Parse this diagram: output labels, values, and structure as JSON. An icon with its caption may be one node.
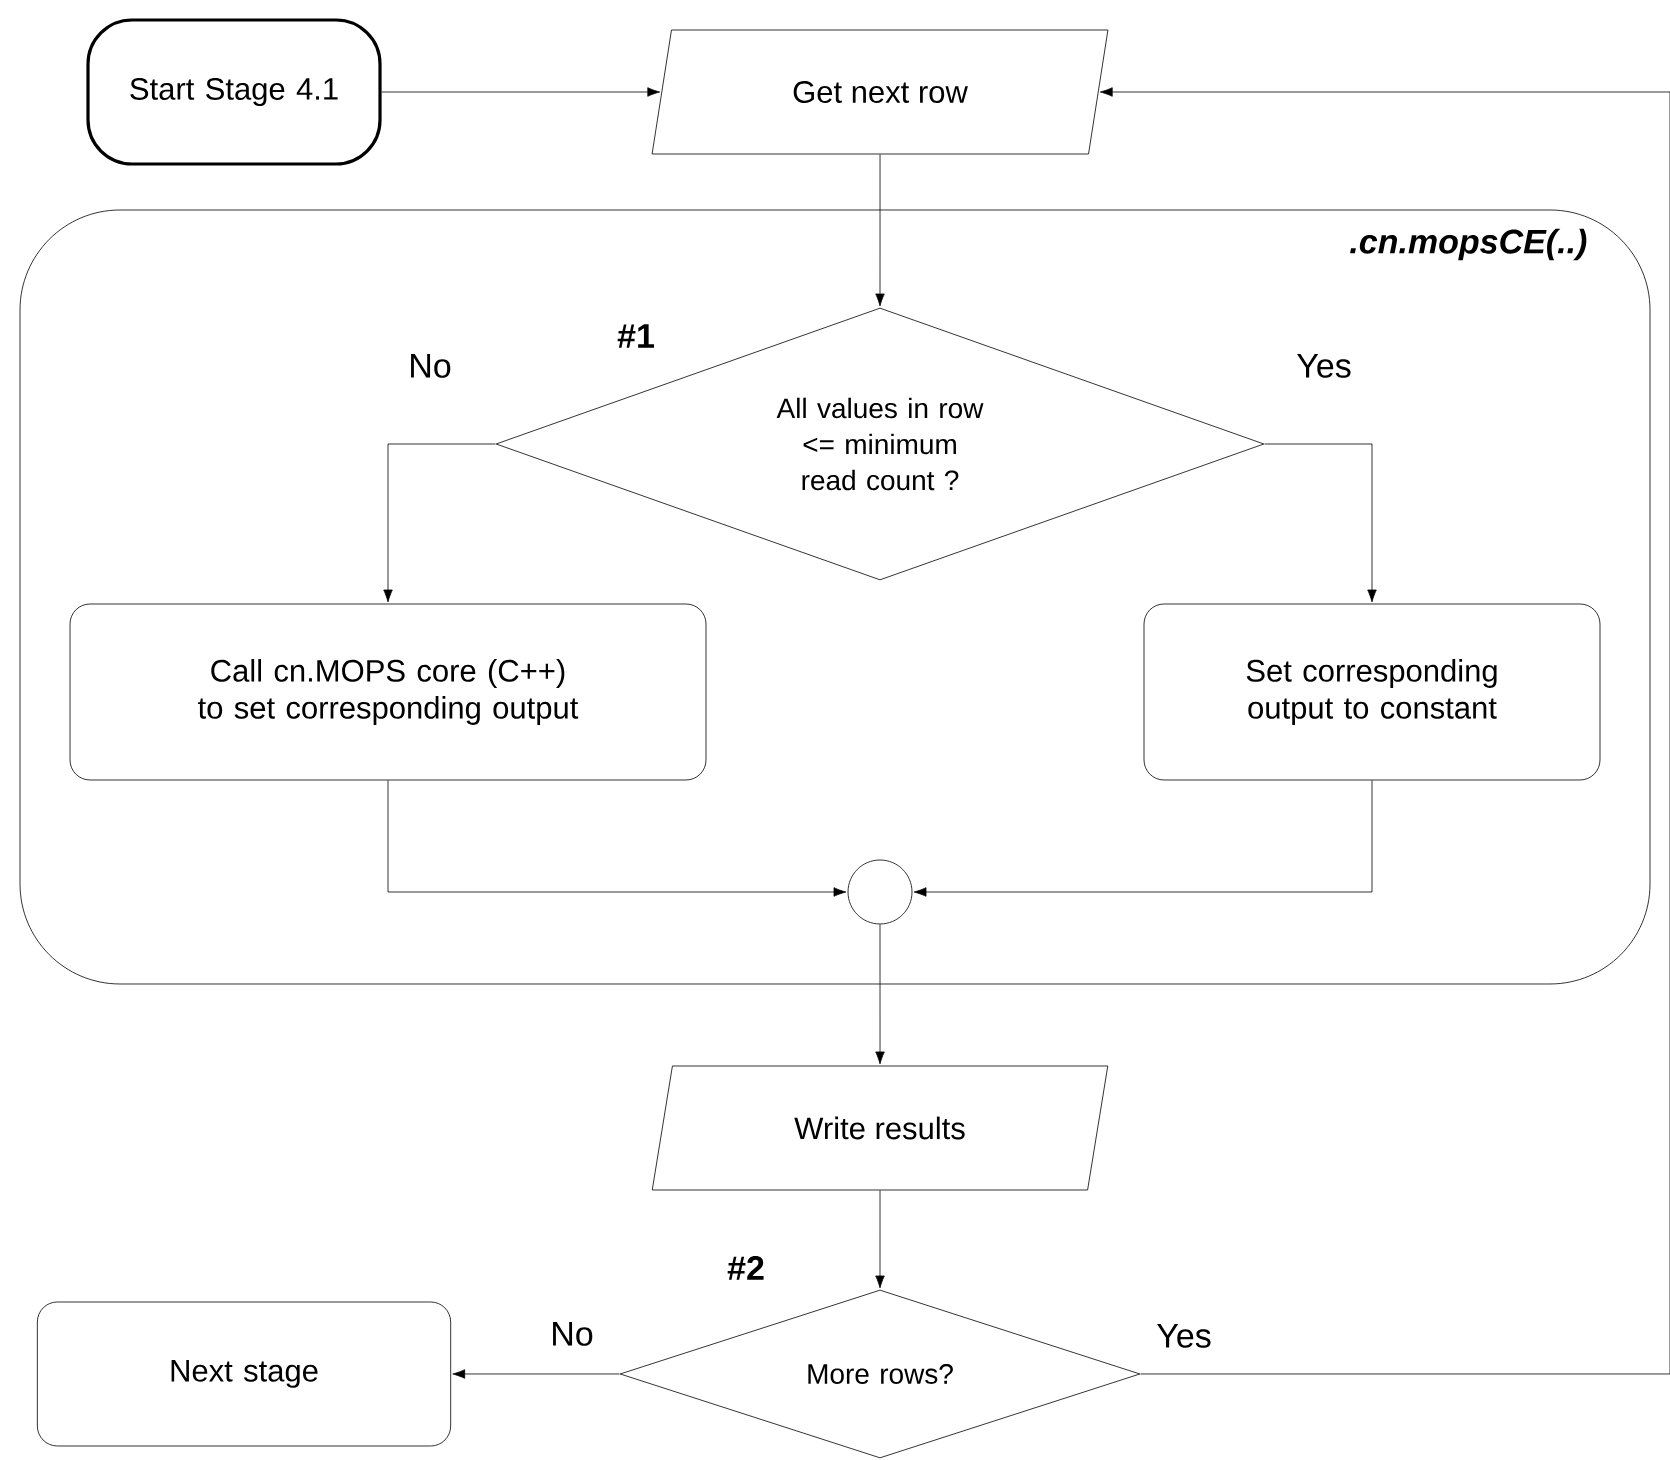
{
  "diagram": {
    "nodes": [
      {
        "text": [
          "Start Stage 4.1"
        ]
      },
      {
        "text": [
          "Get next row"
        ]
      },
      {
        "text": [
          ".cn.mopsCE(..)"
        ]
      },
      {
        "text": [
          "All values in row <= minimum read count ?"
        ],
        "beside": [
          "#1"
        ],
        "in": 2
      },
      {
        "text": [
          "Call cn.MOPS core (C++) to set corresponding output"
        ],
        "in": 2
      },
      {
        "text": [
          "Set corresponding output to constant"
        ],
        "in": 2
      },
      {
        "text": [],
        "shape": "circle",
        "in": 2
      },
      {
        "text": [
          "Write results"
        ]
      },
      {
        "text": [
          "More rows?"
        ],
        "beside": [
          "#2"
        ]
      },
      {
        "text": [
          "Next stage"
        ]
      }
    ],
    "edges": [
      {
        "from": 0,
        "to": 1,
        "arrow": "to"
      },
      {
        "from": 1,
        "to": 3,
        "arrow": "to"
      },
      {
        "from": 3,
        "to": 4,
        "arrow": "to",
        "label": "No"
      },
      {
        "from": 3,
        "to": 5,
        "arrow": "to",
        "label": "Yes"
      },
      {
        "from": 4,
        "to": 6,
        "arrow": "to"
      },
      {
        "from": 5,
        "to": 6,
        "arrow": "to"
      },
      {
        "from": 6,
        "to": 7,
        "arrow": "to"
      },
      {
        "from": 7,
        "to": 8,
        "arrow": "to"
      },
      {
        "from": 8,
        "to": 9,
        "arrow": "to",
        "label": "No"
      },
      {
        "from": 8,
        "to": 1,
        "arrow": "to",
        "label": "Yes"
      }
    ]
  }
}
